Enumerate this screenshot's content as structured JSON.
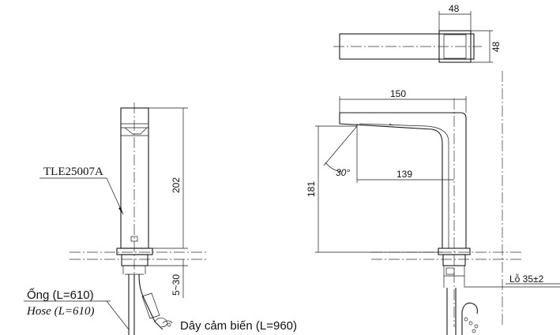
{
  "drawing": {
    "model_label": "TLE25007A",
    "top_view": {
      "width_dim": "48",
      "height_dim": "48"
    },
    "front_view": {
      "height_dim": "202",
      "range_dim": "5~30"
    },
    "side_view": {
      "reach_dim": "150",
      "spout_dim": "139",
      "height_dim": "181",
      "angle_value": "30",
      "angle_unit": "°",
      "hole_label": "Lỗ 35±2"
    },
    "hose_label": "Ống (L=610)",
    "hose_label_en": "Hose (L=610)",
    "sensor_cable_label": "Dây cảm biến (L=960)"
  }
}
